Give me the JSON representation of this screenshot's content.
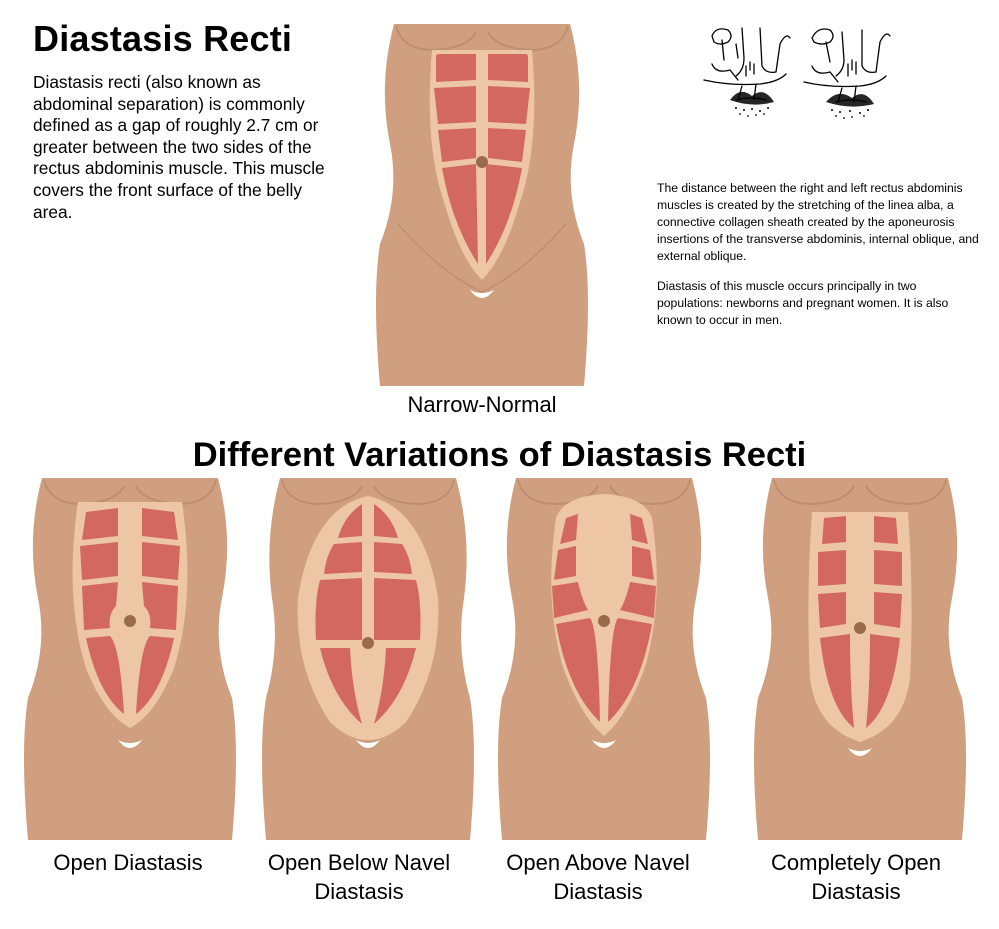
{
  "header": {
    "title": "Diastasis Recti",
    "intro": "Diastasis recti (also known as abdominal separation) is commonly defined as a gap of roughly 2.7 cm or greater between the two sides of the rectus abdominis muscle. This muscle covers the front surface of the belly area."
  },
  "side_notes": {
    "paragraph_1": "The distance between the right and left rectus abdominis muscles is created by the stretching of the linea alba, a connective collagen sheath created by the aponeurosis insertions of the transverse abdominis, internal oblique, and external oblique.",
    "paragraph_2": "Diastasis of this muscle occurs principally in two populations: newborns and pregnant women. It is also known to occur in men."
  },
  "main_figure": {
    "caption": "Narrow-Normal"
  },
  "variations": {
    "title": "Different Variations of Diastasis Recti",
    "items": [
      {
        "caption_line1": "Open Diastasis",
        "caption_line2": ""
      },
      {
        "caption_line1": "Open Below Navel",
        "caption_line2": "Diastasis"
      },
      {
        "caption_line1": "Open Above Navel",
        "caption_line2": "Diastasis"
      },
      {
        "caption_line1": "Completely Open",
        "caption_line2": "Diastasis"
      }
    ]
  },
  "colors": {
    "skin": "#d09f80",
    "skin_shadow": "#bf8e70",
    "skin_dark": "#b47f61",
    "sheath": "#edc6a6",
    "muscle": "#d36860",
    "muscle_fiber": "#b84c48",
    "navel": "#9a6a4c",
    "ink": "#000000"
  }
}
